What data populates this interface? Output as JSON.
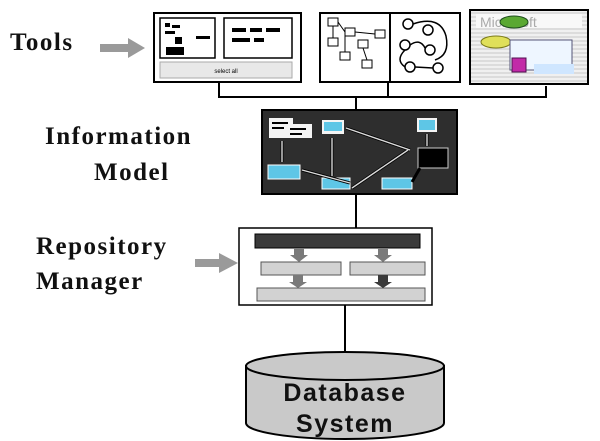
{
  "labels": {
    "tools": "Tools",
    "information_model_line1": "Information",
    "information_model_line2": "Model",
    "repository_manager_line1": "Repository",
    "repository_manager_line2": "Manager"
  },
  "tool_screenshot": {
    "button_label": "select all"
  },
  "logo_text": "Microsoft",
  "database": {
    "line1": "Database",
    "line2": "System"
  },
  "colors": {
    "arrow": "#9a9a9a",
    "model_panel": "#2e2e2e",
    "database_fill": "#c9c9c9",
    "repository_bar_dark": "#3a3a3a",
    "repository_bar_light": "#d2d2d2"
  }
}
